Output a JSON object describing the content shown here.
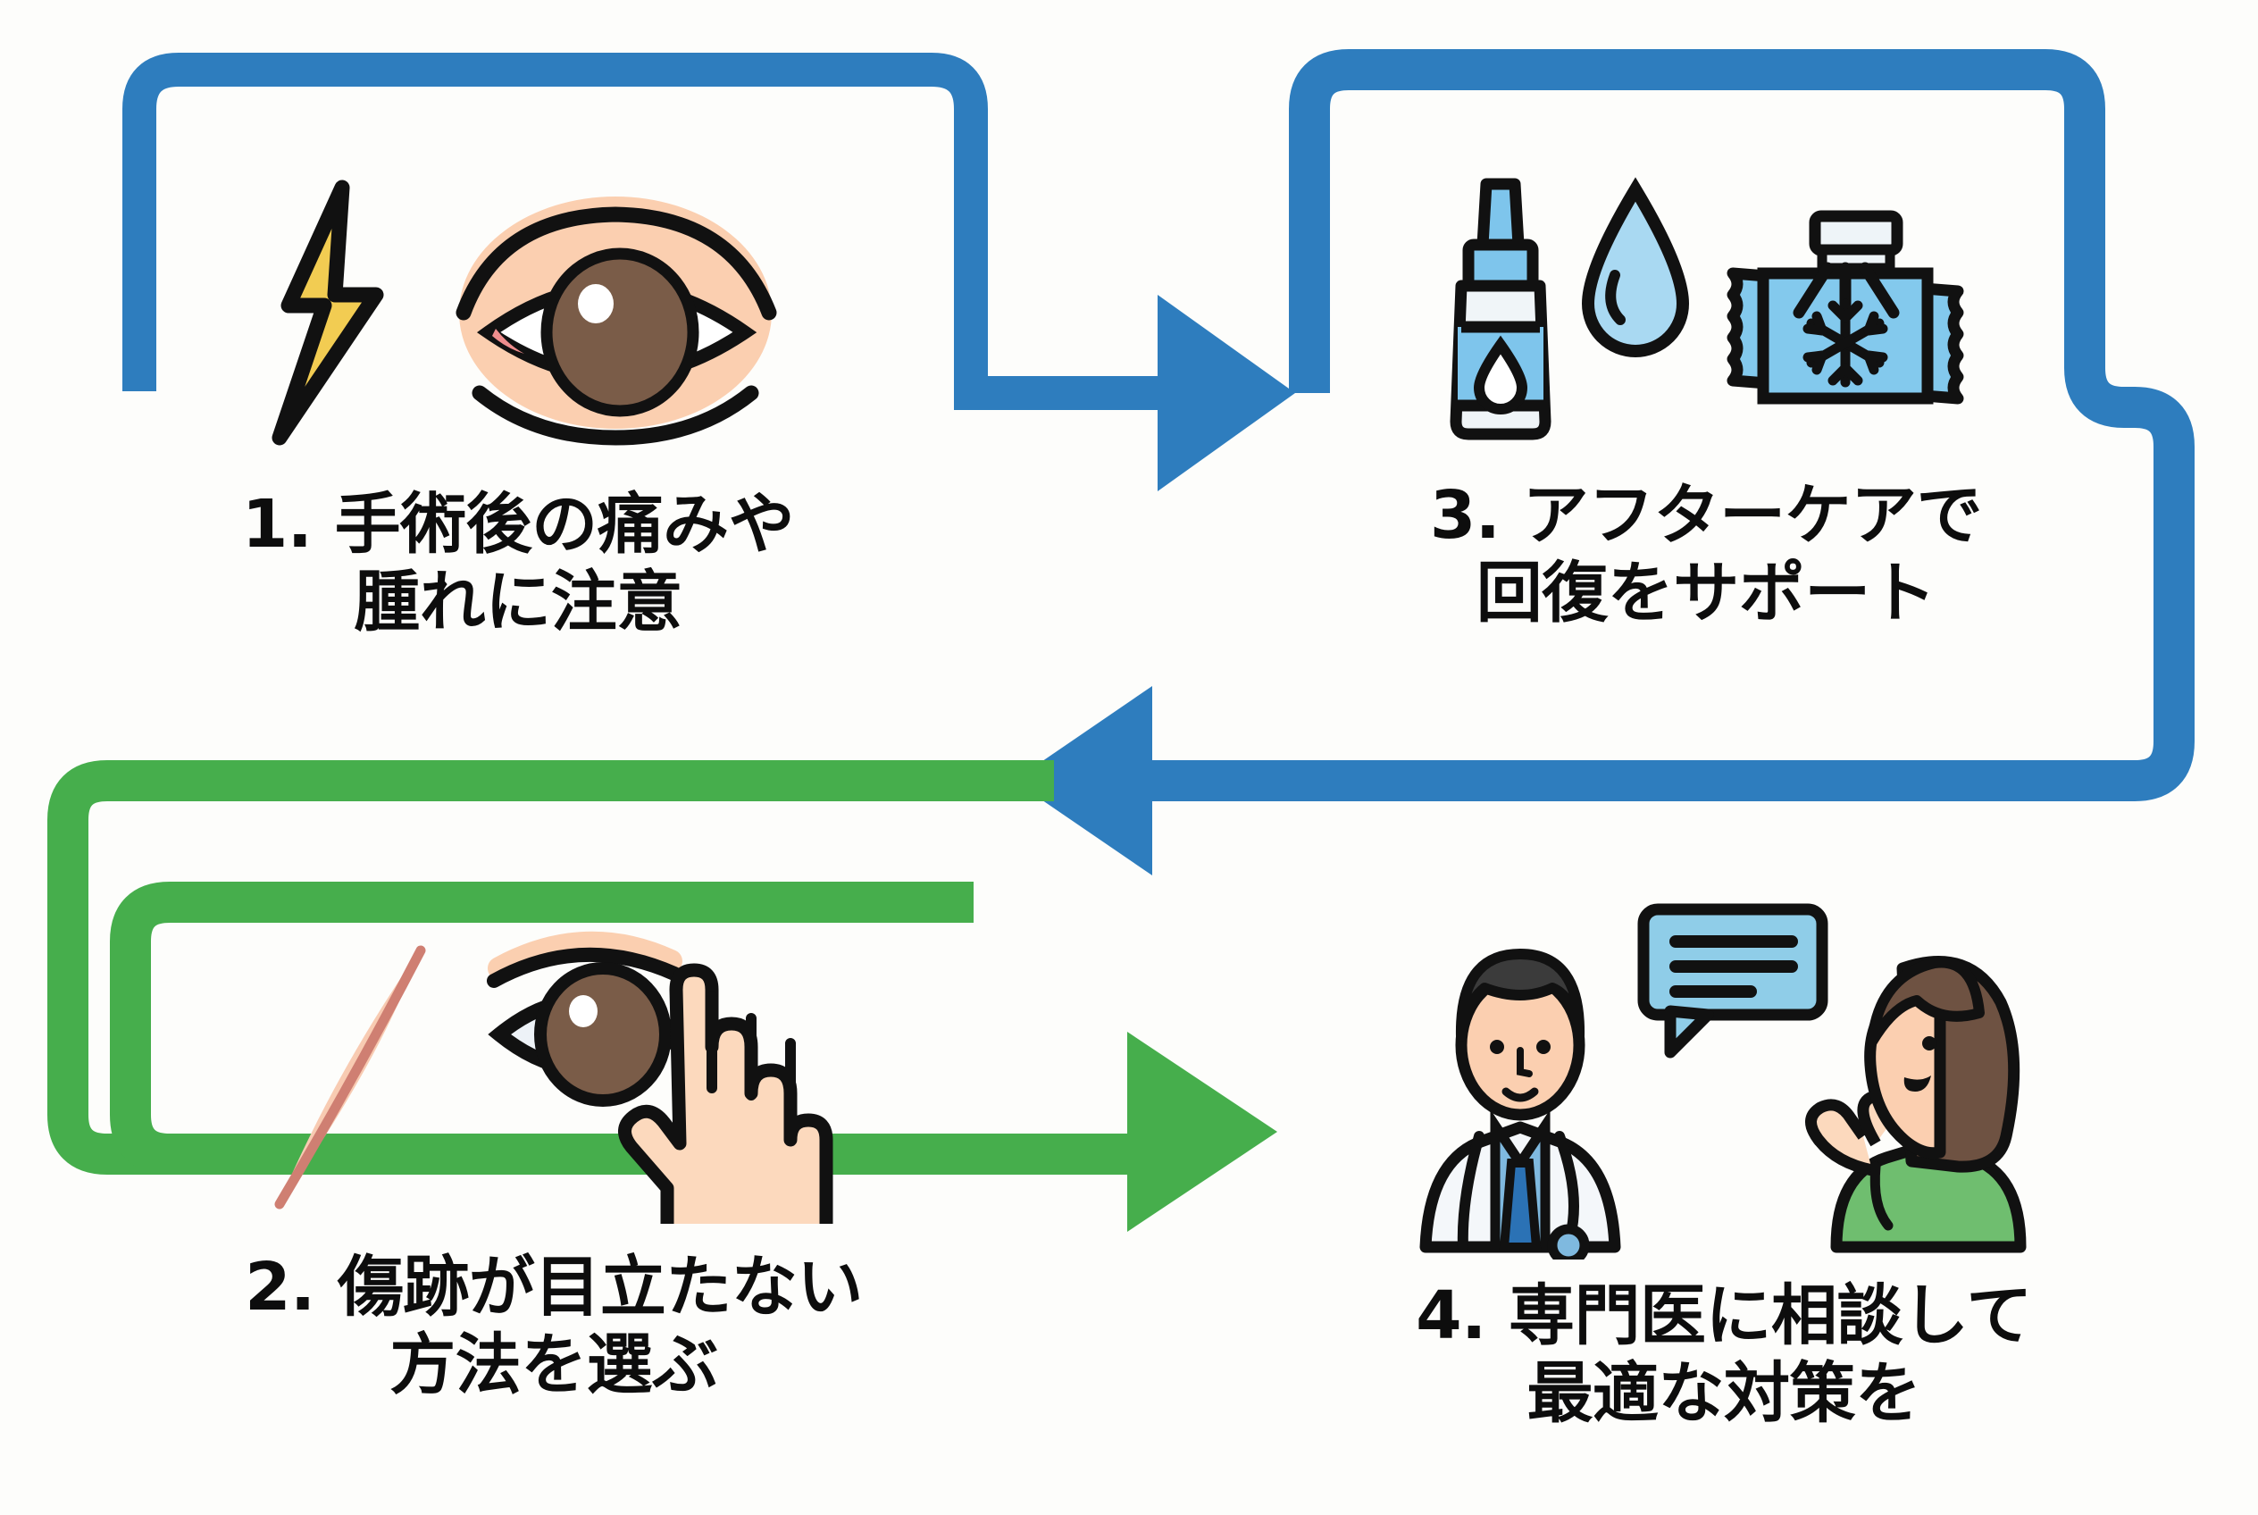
{
  "diagram": {
    "type": "cyclical-flow",
    "background_color": "#fdfdfb",
    "arrow_colors": {
      "blue": "#2e7dbe",
      "green": "#46ae4c"
    },
    "text_color": "#0d0d0d"
  },
  "steps": [
    {
      "number": "1.",
      "caption_line1": "1. 手術後の痛みや",
      "caption_line2": "腫れに注意",
      "icons": [
        "lightning-bolt-icon",
        "swollen-eye-icon"
      ]
    },
    {
      "number": "2.",
      "caption_line1": "2. 傷跡が目立たない",
      "caption_line2": "方法を選ぶ",
      "icons": [
        "scar-mark-icon",
        "eye-covered-by-hand-icon"
      ]
    },
    {
      "number": "3.",
      "caption_line1": "3. アフターケアで",
      "caption_line2": "回復をサポート",
      "icons": [
        "eye-drop-bottle-icon",
        "water-droplet-icon",
        "cold-pack-icon"
      ]
    },
    {
      "number": "4.",
      "caption_line1": "4. 専門医に相談して",
      "caption_line2": "最適な対策を",
      "icons": [
        "doctor-icon",
        "speech-bubble-icon",
        "patient-icon"
      ]
    }
  ],
  "connectors": [
    {
      "name": "arrow-step1-to-step3",
      "color": "#2e7dbe",
      "direction": "right"
    },
    {
      "name": "arrow-step3-to-step2",
      "color": "#2e7dbe",
      "direction": "left"
    },
    {
      "name": "arrow-step2-to-step4",
      "color": "#46ae4c",
      "direction": "right"
    }
  ],
  "palette": {
    "bolt_fill": "#f2cc52",
    "skin": "#fbcfb0",
    "skin_light": "#fcd9bd",
    "iris": "#7a5c48",
    "scar_pink": "#f8cbb2",
    "scar_line": "#cf7f72",
    "bottle_blue": "#7ec5ec",
    "bottle_blue_deep": "#5fb6e5",
    "pack_blue": "#83c9ed",
    "coat_white": "#f4f7fa",
    "tie_blue": "#2b72b5",
    "shirt_blue": "#7fb9df",
    "hair_dark": "#3b3b3b",
    "hair_brown": "#6e5242",
    "patient_green": "#6fbe6f",
    "bubble_blue": "#8fcde8",
    "outline": "#111111"
  }
}
